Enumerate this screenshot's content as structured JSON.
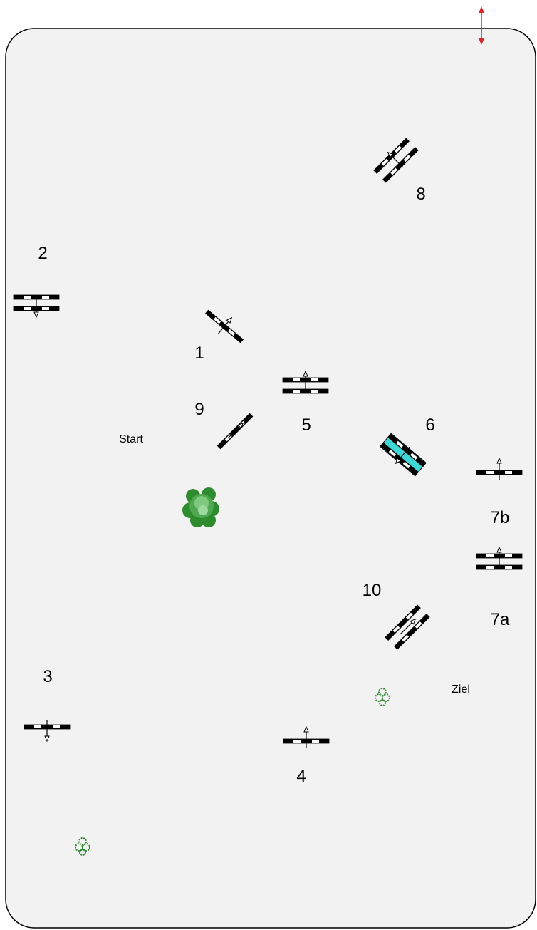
{
  "course": {
    "labels": {
      "start": "Start",
      "finish": "Ziel",
      "j1": "1",
      "j2": "2",
      "j3": "3",
      "j4": "4",
      "j5": "5",
      "j6": "6",
      "j7a": "7a",
      "j7b": "7b",
      "j8": "8",
      "j9": "9",
      "j10": "10"
    },
    "colors": {
      "arena_fill": "#f2f2f2",
      "arena_border": "#000000",
      "rail_dark": "#000000",
      "rail_light": "#ffffff",
      "water": "#3fd6d6",
      "tree_dark": "#2e8b2e",
      "tree_light": "#7fc97f",
      "scale_arrow": "#d9262b"
    },
    "icons": {
      "jump": "jump-rail-icon",
      "tree": "tree-icon",
      "scale": "scale-arrow-icon"
    }
  }
}
